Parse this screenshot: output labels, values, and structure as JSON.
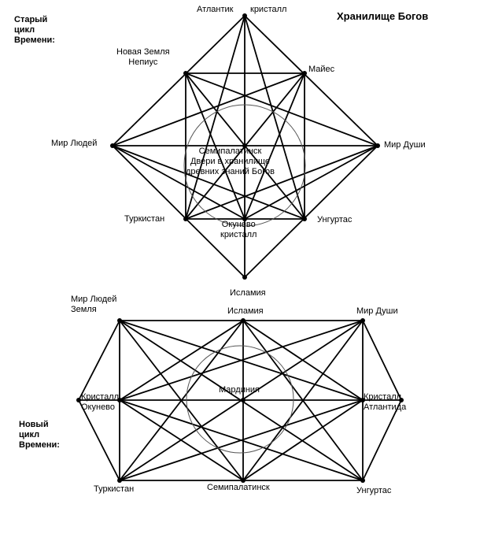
{
  "title": "Хранилище Богов",
  "old_cycle": {
    "caption": [
      "Старый",
      "цикл",
      "Времени:"
    ],
    "top_label": {
      "left": "Атлантик",
      "right": "кристалл"
    },
    "new_earth": [
      "Новая Земля",
      "Непиус"
    ],
    "mayes": "Майес",
    "world_people": "Мир Людей",
    "world_soul": "Мир Души",
    "center": [
      "Семипалатинск",
      "Двери в хранилище",
      "древних знаний Богов"
    ],
    "turkistan": "Туркистан",
    "ungurtas": "Унгуртас",
    "okunevo": [
      "Окунево",
      "кристалл"
    ],
    "islamiya": "Исламия"
  },
  "new_cycle": {
    "caption": [
      "Новый",
      "цикл",
      "Времени:"
    ],
    "world_people": [
      "Мир Людей",
      "Земля"
    ],
    "islamiya": "Исламия",
    "world_soul": "Мир Души",
    "crystal_left": [
      "Кристалл",
      "Окунево"
    ],
    "center": "Мардиния",
    "crystal_right": [
      "Кристалл",
      "Атлантида"
    ],
    "turkistan": "Туркистан",
    "semipalatinsk": "Семипалатинск",
    "ungurtas": "Унгуртас"
  },
  "colors": {
    "ink": "#000000",
    "circle": "#555555",
    "background": "#ffffff"
  }
}
